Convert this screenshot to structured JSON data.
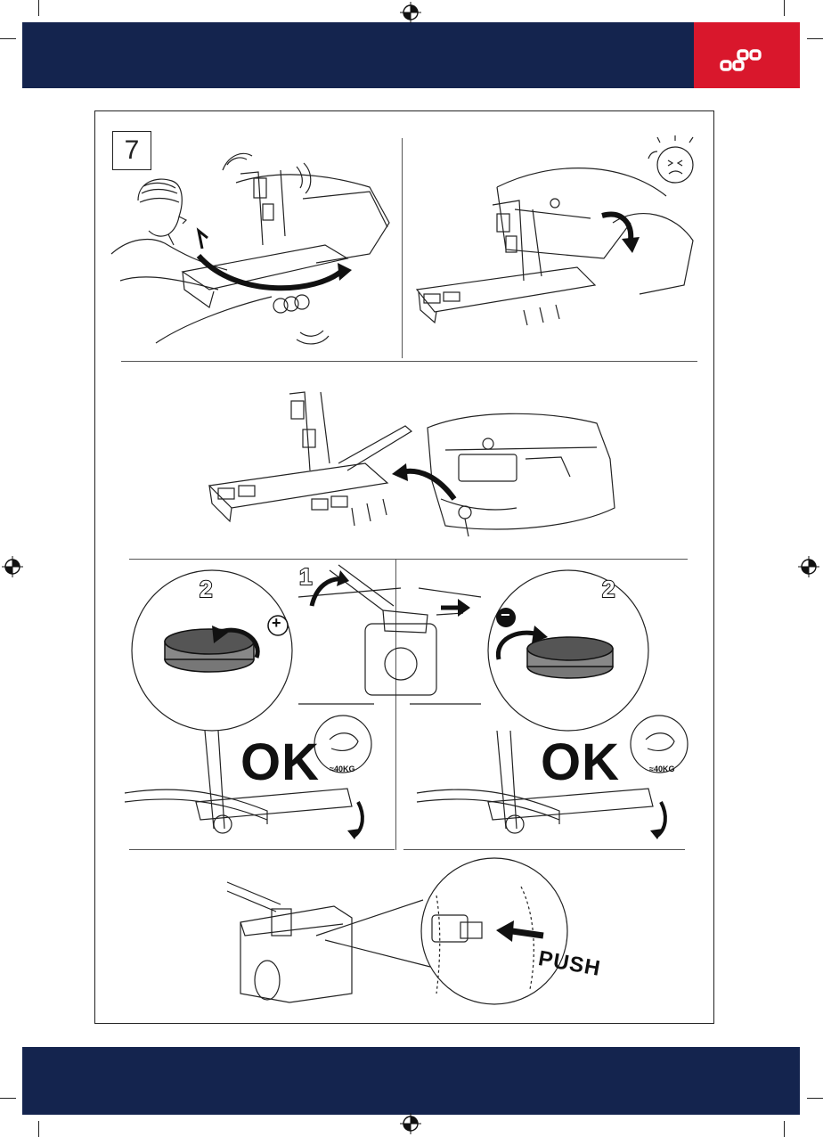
{
  "step": {
    "number": "7"
  },
  "labels": {
    "ok_left": "OK",
    "ok_right": "OK",
    "weight_left": "≈40KG",
    "weight_right": "≈40KG",
    "badge_1": "1",
    "badge_2_left": "2",
    "badge_2_right": "2",
    "plus": "+",
    "minus": "−",
    "push": "PUSH"
  },
  "colors": {
    "header_band": "#14244e",
    "logo_block": "#d9172c",
    "frame": "#222222"
  }
}
